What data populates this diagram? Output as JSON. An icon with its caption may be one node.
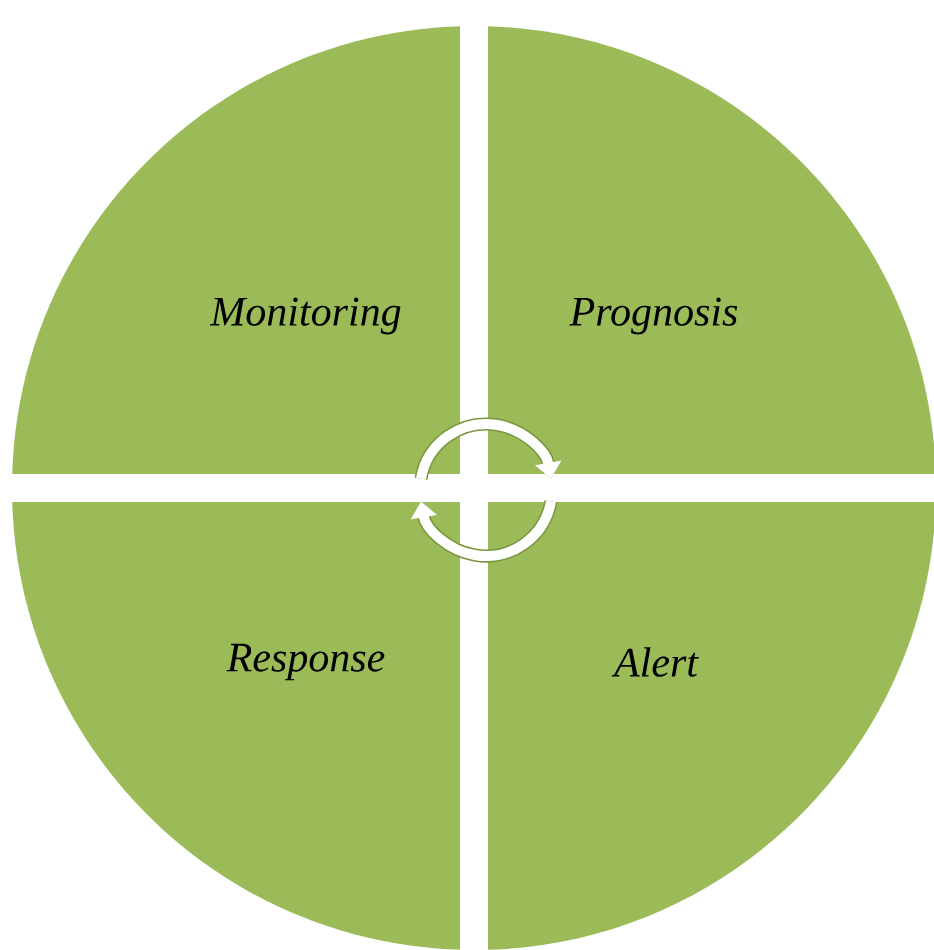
{
  "diagram": {
    "nodes": [
      {
        "text": [
          "Monitoring"
        ]
      },
      {
        "text": [
          "Prognosis"
        ]
      },
      {
        "text": [
          "Response"
        ]
      },
      {
        "text": [
          "Alert"
        ]
      }
    ],
    "edges": [
      {
        "from": 0,
        "to": 1,
        "arrow": "to"
      },
      {
        "from": 3,
        "to": 2,
        "arrow": "to"
      }
    ]
  }
}
